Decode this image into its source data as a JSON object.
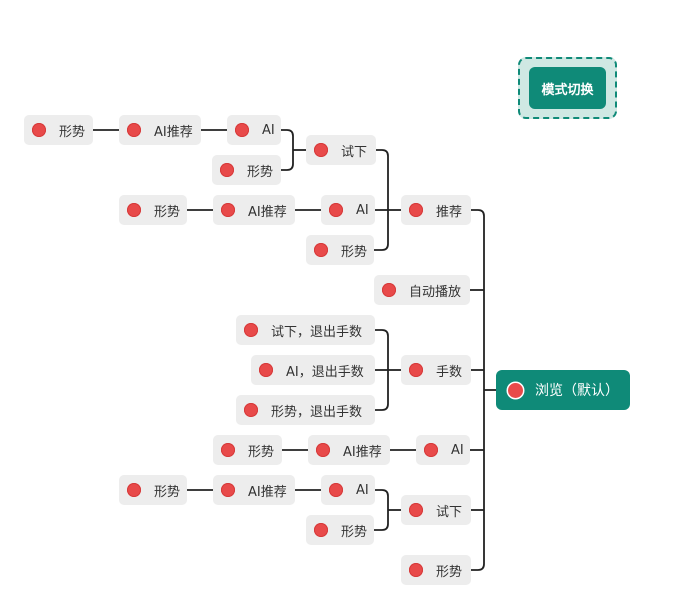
{
  "mode_switch": {
    "label": "模式切换"
  },
  "root": {
    "label": "浏览（默认）"
  },
  "nodes": [
    {
      "id": "recommend",
      "label": "推荐",
      "parent": "root"
    },
    {
      "id": "trial",
      "label": "试下",
      "parent": "recommend"
    },
    {
      "id": "trial_ai",
      "label": "AI",
      "parent": "trial"
    },
    {
      "id": "trial_ai_rec",
      "label": "AI推荐",
      "parent": "trial_ai"
    },
    {
      "id": "trial_ai_rec_s",
      "label": "形势",
      "parent": "trial_ai_rec"
    },
    {
      "id": "trial_s",
      "label": "形势",
      "parent": "trial"
    },
    {
      "id": "rec_ai",
      "label": "AI",
      "parent": "recommend"
    },
    {
      "id": "rec_ai_rec",
      "label": "AI推荐",
      "parent": "rec_ai"
    },
    {
      "id": "rec_ai_rec_s",
      "label": "形势",
      "parent": "rec_ai_rec"
    },
    {
      "id": "rec_s",
      "label": "形势",
      "parent": "recommend"
    },
    {
      "id": "autoplay",
      "label": "自动播放",
      "parent": "root"
    },
    {
      "id": "moves",
      "label": "手数",
      "parent": "root"
    },
    {
      "id": "moves_trial",
      "label": "试下，退出手数",
      "parent": "moves"
    },
    {
      "id": "moves_ai",
      "label": "AI，退出手数",
      "parent": "moves"
    },
    {
      "id": "moves_s",
      "label": "形势，退出手数",
      "parent": "moves"
    },
    {
      "id": "ai",
      "label": "AI",
      "parent": "root"
    },
    {
      "id": "ai_rec",
      "label": "AI推荐",
      "parent": "ai"
    },
    {
      "id": "ai_rec_s",
      "label": "形势",
      "parent": "ai_rec"
    },
    {
      "id": "trial2",
      "label": "试下",
      "parent": "root"
    },
    {
      "id": "trial2_ai",
      "label": "AI",
      "parent": "trial2"
    },
    {
      "id": "trial2_ai_rec",
      "label": "AI推荐",
      "parent": "trial2_ai"
    },
    {
      "id": "trial2_ai_rec_s",
      "label": "形势",
      "parent": "trial2_ai_rec"
    },
    {
      "id": "trial2_s",
      "label": "形势",
      "parent": "trial2"
    },
    {
      "id": "situation",
      "label": "形势",
      "parent": "root"
    }
  ],
  "colors": {
    "accent": "#0f8a78",
    "node_bg": "#ededed",
    "dot": "#e84a4a",
    "line": "#222222",
    "mode_bg": "#cfe8e3"
  }
}
